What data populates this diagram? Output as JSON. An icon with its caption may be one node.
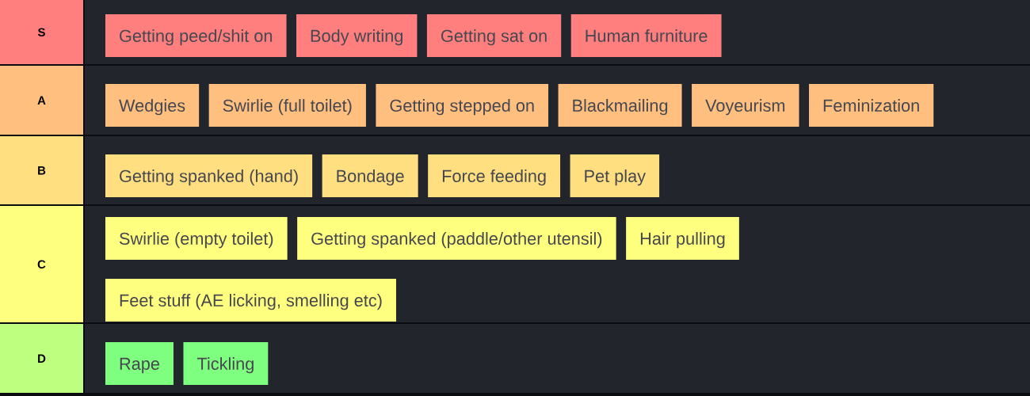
{
  "diagram": {
    "nodes": [
      {
        "text": [
          "S"
        ]
      },
      {
        "text": [
          "Getting peed/shit on"
        ],
        "in": 0
      },
      {
        "text": [
          "Body writing"
        ],
        "in": 0
      },
      {
        "text": [
          "Getting sat on"
        ],
        "in": 0
      },
      {
        "text": [
          "Human furniture"
        ],
        "in": 0
      },
      {
        "text": [
          "A"
        ]
      },
      {
        "text": [
          "Wedgies"
        ],
        "in": 5
      },
      {
        "text": [
          "Swirlie (full toilet)"
        ],
        "in": 5
      },
      {
        "text": [
          "Getting stepped on"
        ],
        "in": 5
      },
      {
        "text": [
          "Blackmailing"
        ],
        "in": 5
      },
      {
        "text": [
          "Voyeurism"
        ],
        "in": 5
      },
      {
        "text": [
          "Feminization"
        ],
        "in": 5
      },
      {
        "text": [
          "B"
        ]
      },
      {
        "text": [
          "Getting spanked (hand)"
        ],
        "in": 12
      },
      {
        "text": [
          "Bondage"
        ],
        "in": 12
      },
      {
        "text": [
          "Force feeding"
        ],
        "in": 12
      },
      {
        "text": [
          "Pet play"
        ],
        "in": 12
      },
      {
        "text": [
          "C"
        ]
      },
      {
        "text": [
          "Swirlie (empty toilet)"
        ],
        "in": 17
      },
      {
        "text": [
          "Getting spanked (paddle/other utensil)"
        ],
        "in": 17
      },
      {
        "text": [
          "Hair pulling"
        ],
        "in": 17
      },
      {
        "text": [
          "Feet stuff (AE licking, smelling etc)"
        ],
        "in": 17
      },
      {
        "text": [
          "D"
        ]
      },
      {
        "text": [
          "Rape"
        ],
        "in": 22
      },
      {
        "text": [
          "Tickling"
        ],
        "in": 22
      }
    ]
  }
}
